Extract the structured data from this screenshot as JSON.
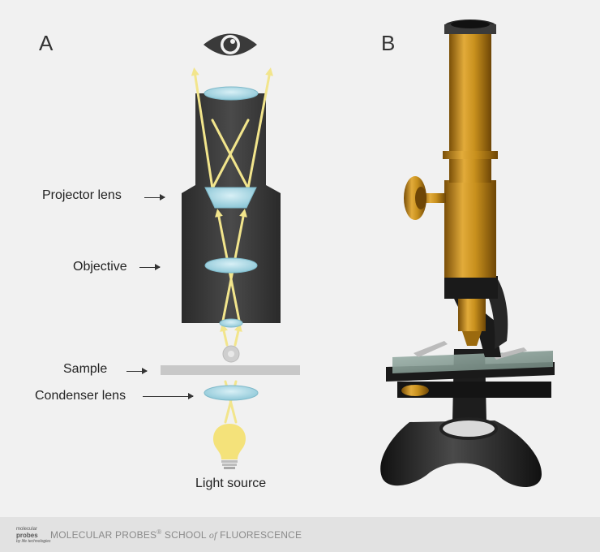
{
  "panels": {
    "a": "A",
    "b": "B"
  },
  "labels": {
    "projector_lens": "Projector lens",
    "objective": "Objective",
    "sample": "Sample",
    "condenser_lens": "Condenser lens",
    "light_source": "Light source"
  },
  "icons": {
    "eye": "eye-icon",
    "bulb": "light-bulb-icon"
  },
  "colors": {
    "ray": "#f2e58c",
    "lens": "#a6d8e6",
    "tube": "#3a3a3a",
    "brass": "#c8901d"
  },
  "footer": {
    "logo_line1": "molecular",
    "logo_line2": "probes",
    "logo_line3": "by life technologies",
    "brand": "MOLECULAR PROBES",
    "reg": "®",
    "school": " SCHOOL ",
    "of": "of",
    "fluorescence": " FLUORESCENCE"
  }
}
